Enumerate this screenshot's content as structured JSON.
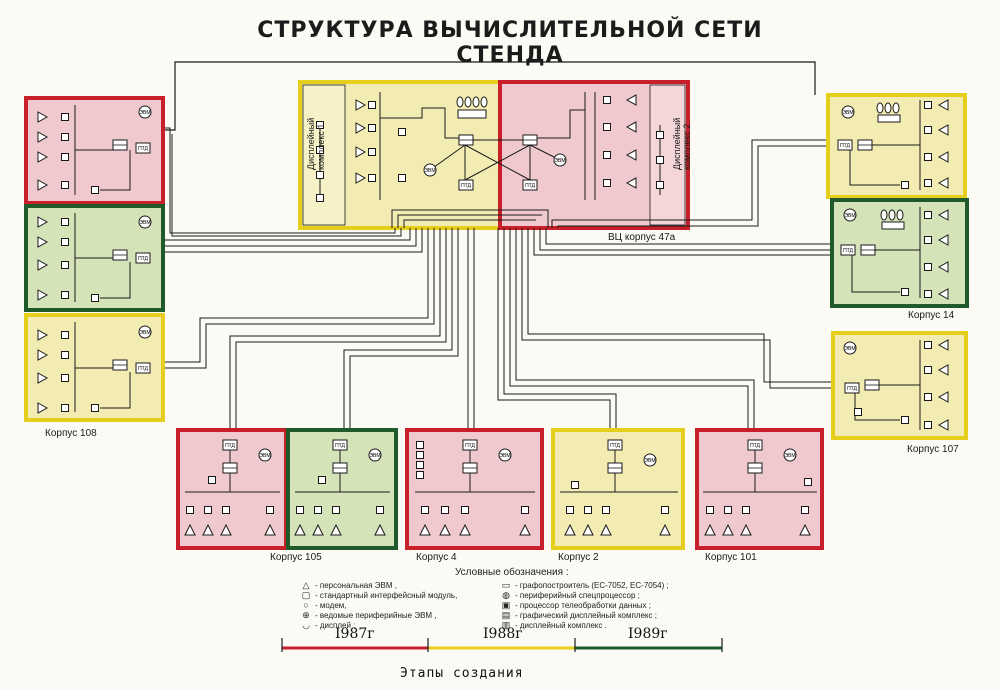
{
  "title": "СТРУКТУРА ВЫЧИСЛИТЕЛЬНОЙ СЕТИ СТЕНДА",
  "colors": {
    "red": "#c8202a",
    "yellow": "#e6cf1c",
    "green": "#1f5a2a",
    "pink": "#efc9cd",
    "lightyellow": "#f2ecb2",
    "lightgreen": "#d5e3b9",
    "ink": "#1a1a1a"
  },
  "buildings": {
    "vc": "ВЦ корпус 47а",
    "k108": "Корпус 108",
    "k14": "Корпус 14",
    "k107": "Корпус 107",
    "k105": "Корпус 105",
    "k4": "Корпус 4",
    "k2": "Корпус 2",
    "k101": "Корпус 101"
  },
  "vc_panels": {
    "left": "Дисплейный комплекс 1",
    "right": "Дисплейный комплекс 2"
  },
  "legend": {
    "title": "Условные обозначения :",
    "items": [
      {
        "symbol": "△",
        "text": "- персональная ЭВМ ,"
      },
      {
        "symbol": "▢",
        "text": "- стандартный интерфейсный модуль,"
      },
      {
        "symbol": "○",
        "text": "- модем,"
      },
      {
        "symbol": "⊕",
        "text": "- ведомые периферийные ЭВМ ,"
      },
      {
        "symbol": "◡",
        "text": "- дисплей ;"
      },
      {
        "symbol": "▭",
        "text": "- графопостроитель (ЕС-7052, ЕС-7054) ;"
      },
      {
        "symbol": "◍",
        "text": "- периферийный спецпроцессор ;"
      },
      {
        "symbol": "▣",
        "text": "- процессор телеобработки данных ;"
      },
      {
        "symbol": "▤",
        "text": "- графический дисплейный комплекс ;"
      },
      {
        "symbol": "▥",
        "text": "- дисплейный комплекс ."
      }
    ]
  },
  "timeline": {
    "years": [
      "I987г",
      "I988г",
      "I989г"
    ],
    "label": "Этапы создания"
  }
}
